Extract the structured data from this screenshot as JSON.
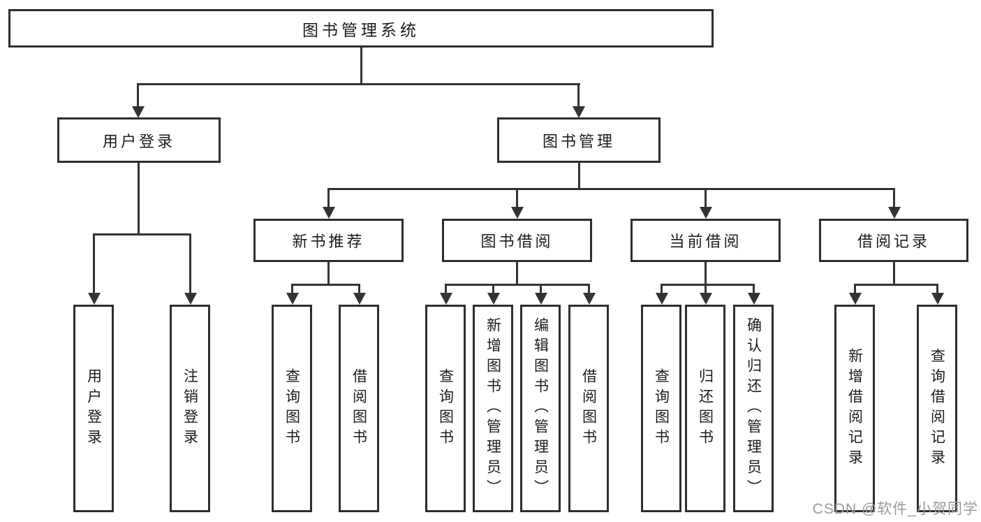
{
  "diagram": {
    "type": "hierarchy-tree",
    "colors": {
      "background": "#ffffff",
      "box_border": "#2e2e2e",
      "connector_line": "#333333",
      "text": "#1c1c1c",
      "watermark_text": "#9b9b9b"
    },
    "nodes": [
      {
        "id": "book-management-system",
        "label": "图书管理系统",
        "level": 1,
        "parent": null
      },
      {
        "id": "user-login",
        "label": "用户登录",
        "level": 2,
        "parent": "book-management-system"
      },
      {
        "id": "book-management",
        "label": "图书管理",
        "level": 2,
        "parent": "book-management-system"
      },
      {
        "id": "new-book-recommendation",
        "label": "新书推荐",
        "level": 3,
        "parent": "book-management"
      },
      {
        "id": "book-borrowing",
        "label": "图书借阅",
        "level": 3,
        "parent": "book-management"
      },
      {
        "id": "current-borrowing",
        "label": "当前借阅",
        "level": 3,
        "parent": "book-management"
      },
      {
        "id": "borrowing-records",
        "label": "借阅记录",
        "level": 3,
        "parent": "book-management"
      },
      {
        "id": "user-login-leaf",
        "label": "用户登录",
        "level": 4,
        "parent": "user-login"
      },
      {
        "id": "logout",
        "label": "注销登录",
        "level": 4,
        "parent": "user-login"
      },
      {
        "id": "query-books-recommend",
        "label": "查询图书",
        "level": 4,
        "parent": "new-book-recommendation"
      },
      {
        "id": "borrow-books-recommend",
        "label": "借阅图书",
        "level": 4,
        "parent": "new-book-recommendation"
      },
      {
        "id": "query-books-borrowing",
        "label": "查询图书",
        "level": 4,
        "parent": "book-borrowing"
      },
      {
        "id": "add-books-admin",
        "label": "新增图书（管理员）",
        "level": 4,
        "parent": "book-borrowing"
      },
      {
        "id": "edit-books-admin",
        "label": "编辑图书（管理员）",
        "level": 4,
        "parent": "book-borrowing"
      },
      {
        "id": "borrow-books-borrowing",
        "label": "借阅图书",
        "level": 4,
        "parent": "book-borrowing"
      },
      {
        "id": "query-books-current",
        "label": "查询图书",
        "level": 4,
        "parent": "current-borrowing"
      },
      {
        "id": "return-books",
        "label": "归还图书",
        "level": 4,
        "parent": "current-borrowing"
      },
      {
        "id": "confirm-return-admin",
        "label": "确认归还（管理员）",
        "level": 4,
        "parent": "current-borrowing"
      },
      {
        "id": "add-borrowing-record",
        "label": "新增借阅记录",
        "level": 4,
        "parent": "borrowing-records"
      },
      {
        "id": "query-borrowing-record",
        "label": "查询借阅记录",
        "level": 4,
        "parent": "borrowing-records"
      }
    ],
    "watermark": {
      "text": "CSDN @软件_小贺同学"
    }
  }
}
